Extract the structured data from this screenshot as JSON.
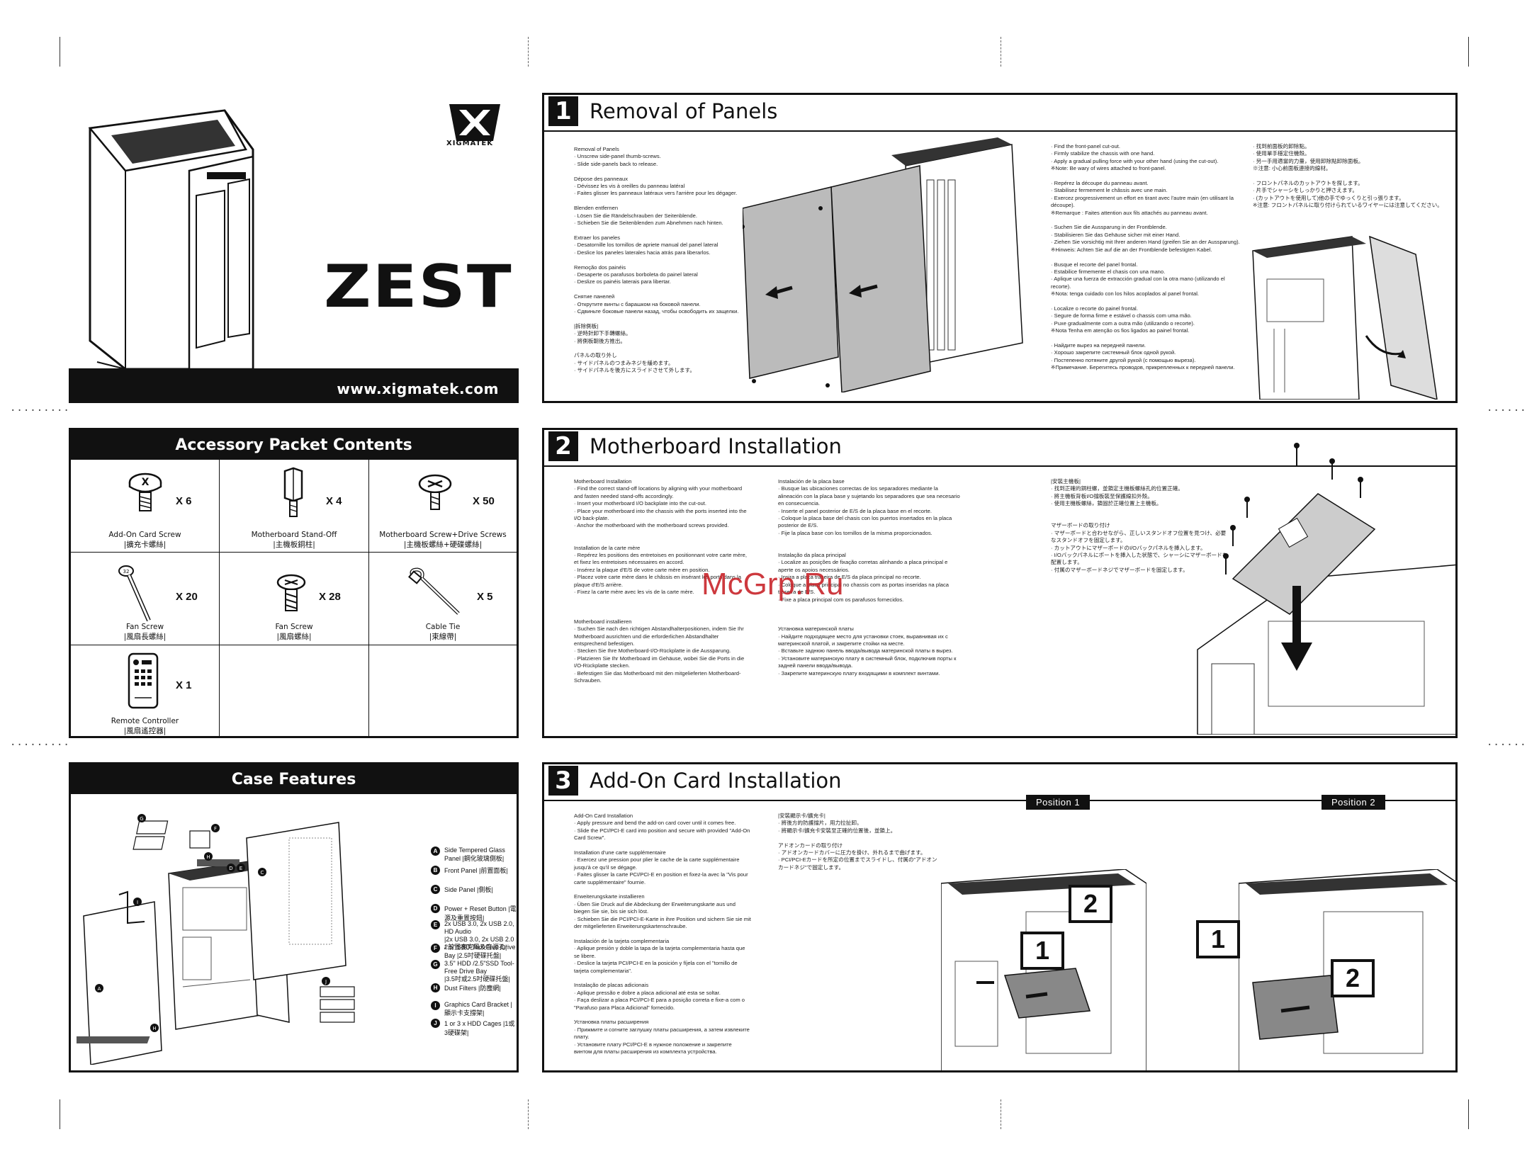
{
  "cover": {
    "brand": "XIGMATEK",
    "product": "ZEST",
    "website": "www.xigmatek.com"
  },
  "accessory": {
    "title": "Accessory Packet Contents",
    "items": [
      {
        "name": "Add-On Card Screw",
        "name_zh": "|擴充卡螺絲|",
        "qty": "X 6",
        "icon": "thumb-screw-icon"
      },
      {
        "name": "Motherboard Stand-Off",
        "name_zh": "|主機板銅柱|",
        "qty": "X 4",
        "icon": "standoff-icon"
      },
      {
        "name": "Motherboard Screw+Drive Screws",
        "name_zh": "|主機板螺絲+硬碟螺絲|",
        "qty": "X 50",
        "icon": "screw-icon"
      },
      {
        "name": "Fan Screw",
        "name_zh": "|風扇長螺絲|",
        "qty": "X 20",
        "icon": "long-screw-icon"
      },
      {
        "name": "Fan Screw",
        "name_zh": "|風扇螺絲|",
        "qty": "X 28",
        "icon": "fan-screw-icon"
      },
      {
        "name": "Cable Tie",
        "name_zh": "|束線帶|",
        "qty": "X 5",
        "icon": "cable-tie-icon"
      },
      {
        "name": "Remote Controller",
        "name_zh": "|風扇遙控器|",
        "qty": "X 1",
        "icon": "remote-icon"
      }
    ]
  },
  "features": {
    "title": "Case Features",
    "items": [
      {
        "badge": "A",
        "text": "Side Tempered Glass Panel |鋼化玻璃側板|"
      },
      {
        "badge": "B",
        "text": "Front Panel |前置面板|"
      },
      {
        "badge": "C",
        "text": "Side Panel |側板|"
      },
      {
        "badge": "D",
        "text": "Power + Reset Button |電源及重置按鈕|"
      },
      {
        "badge": "E",
        "text": "2x USB 3.0, 2x USB 2.0, HD Audio\n|2x USB 3.0, 2x USB 2.0 / 前置麥克風及音源孔|"
      },
      {
        "badge": "F",
        "text": "2.5\" SSD Tool-Free Drive Bay |2.5吋硬碟托盤|"
      },
      {
        "badge": "G",
        "text": "3.5\" HDD /2.5\"SSD Tool-Free Drive Bay\n|3.5吋或2.5吋硬碟托盤|"
      },
      {
        "badge": "H",
        "text": "Dust Filters |防塵網|"
      },
      {
        "badge": "I",
        "text": "Graphics Card Bracket |顯示卡支撐架|"
      },
      {
        "badge": "J",
        "text": "1 or 3 x HDD Cages |1或3硬碟架|"
      }
    ]
  },
  "step1": {
    "num": "1",
    "title": "Removal of Panels",
    "col1": "Removal of Panels\n· Unscrew side-panel thumb-screws.\n· Slide side-panels back to release.\n\nDépose des panneaux\n· Dévissez les vis à oreilles du panneau latéral\n· Faites glisser les panneaux latéraux vers l'arrière pour les dégager.\n\nBlenden entfernen\n· Lösen Sie die Rändelschrauben der Seitenblende.\n· Schieben Sie die Seitenblenden zum Abnehmen nach hinten.\n\nExtraer los paneles\n· Desatornille los tornillos de apriete manual del panel lateral\n· Deslice los paneles laterales hacia atrás para liberarlos.\n\nRemoção dos painéis\n· Desaperte os parafusos borboleta do painel lateral\n· Deslize os painéis laterais para libertar.\n\nСнятие панелей\n· Открутите винты с барашком на боковой панели.\n· Сдвиньте боковые панели назад, чтобы освободить их защелки.\n\n|拆除側板|\n· 逆時針卸下手轉螺絲。\n· 將側板朝後方推出。\n\nパネルの取り外し\n· サイドパネルのつまみネジを緩めます。\n· サイドパネルを後方にスライドさせて外します。",
    "col2": "· Find the front-panel cut-out.\n· Firmly stabilize the chassis with one hand.\n· Apply a gradual pulling force with your other hand (using the cut-out).\n※Note: Be wary of wires attached to front-panel.\n\n· Repérez la découpe du panneau avant.\n· Stabilisez fermement le châssis avec une main.\n· Exercez progressivement un effort en tirant avec l'autre main (en utilisant la découpe).\n※Remarque : Faites attention aux fils attachés au panneau avant.\n\n· Suchen Sie die Aussparung in der Frontblende.\n· Stabilisieren Sie das Gehäuse sicher mit einer Hand.\n· Ziehen Sie vorsichtig mit Ihrer anderen Hand (greifen Sie an der Aussparung).\n※Hinweis: Achten Sie auf die an der Frontblende befestigten Kabel.\n\n· Busque el recorte del panel frontal.\n· Estabilice firmemente el chasis con una mano.\n· Aplique una fuerza de extracción gradual con la otra mano (utilizando el recorte).\n※Nota: tenga cuidado con los hilos acoplados al panel frontal.\n\n· Localize o recorte do painel frontal.\n· Segure de forma firme e estável o chassis com uma mão.\n· Puxe gradualmente com a outra mão (utilizando o recorte).\n※Nota Tenha em atenção os fios ligados ao painel frontal.\n\n· Найдите вырез на передней панели.\n· Хорошо закрепите системный блок одной рукой.\n· Постепенно потяните другой рукой (с помощью выреза).\n※Примечание. Берегитесь проводов, прикрепленных к передней панели.",
    "col3": "· 找到前面板的卸除點。\n· 使用單手穩定住機殼。\n· 另一手用適當的力量，使用卸除點卸除面板。\n※注意: 小心前面板連接的線材。\n\n· フロントパネルのカットアウトを探します。\n· 片手でシャーシをしっかりと押さえます。\n· (カットアウトを使用して)他の手でゆっくりと引っ張ります。\n※注意: フロントパネルに取り付けられているワイヤーには注意してください。"
  },
  "step2": {
    "num": "2",
    "title": "Motherboard Installation",
    "col1": "Motherboard Installation\n· Find the correct stand-off locations by aligning with your motherboard and fasten needed stand-offs accordingly.\n· Insert your motherboard I/O backplate into the cut-out.\n· Place your motherboard into the chassis with the ports inserted into the I/O back-plate.\n· Anchor the motherboard with the motherboard screws provided.\n\n\nInstallation de la carte mère\n· Repérez les positions des entretoises en positionnant votre carte mère, et fixez les entretoises nécessaires en accord.\n· Insérez la plaque d'E/S de votre carte mère en position.\n· Placez votre carte mère dans le châssis en insérant les ports dans la plaque d'E/S arrière.\n· Fixez la carte mère avec les vis de la carte mère.\n\n\n\nMotherboard installieren\n· Suchen Sie nach den richtigen Abstandhalterpositionen, indem Sie Ihr Motherboard ausrichten und die erforderlichen Abstandhalter entsprechend befestigen.\n· Stecken Sie Ihre Motherboard-I/O-Rückplatte in die Aussparung.\n· Platzieren Sie Ihr Motherboard im Gehäuse, wobei Sie die Ports in die I/O-Rückplatte stecken.\n· Befestigen Sie das Motherboard mit den mitgelieferten Motherboard-Schrauben.",
    "col2": "Instalación de la placa base\n· Busque las ubicaciones correctas de los separadores mediante la alineación con la placa base y sujetando los separadores que sea necesario en consecuencia.\n· Inserte el panel posterior de E/S de la placa base en el recorte.\n· Coloque la placa base del chasis con los puertos insertados en la placa posterior de E/S.\n· Fije la placa base con los tornillos de la misma proporcionados.\n\n\nInstalação da placa principal\n· Localize as posições de fixação corretas alinhando a placa principal e aperte os apoios necessários.\n· Insira a placa traseira de E/S da placa principal no recorte.\n· Coloque a placa principal no chassis com as portas inseridas na placa traseira de E/S.\n· Fixe a placa principal com os parafusos fornecidos.\n\n\n\nУстановка материнской платы\n· Найдите подходящее место для установки стоек, выравнивая их с материнской платой, и закрепите стойки на месте.\n· Вставьте заднюю панель ввода/вывода материнской платы в вырез.\n· Установите материнскую плату в системный блок, подключив порты к задней панели ввода/вывода.\n· Закрепите материнскую плату входящими в комплект винтами.",
    "col3": "|安裝主機板|\n· 找到正確的銅柱螺，並鎖定主機板螺絲孔的位置正確。\n· 將主機板背板I/O擋板裝至保護線扣外殼。\n· 使用主機板螺絲，鎖固於正確位置上主機板。\n\n\nマザーボードの取り付け\n· マザーボードと合わせながら、正しいスタンドオフ位置を見つけ、必要なスタンドオフを固定します。\n· カットアウトにマザーボードのI/Oバックパネルを挿入します。\n· I/Oバックパネルにポートを挿入した状態で、シャーシにマザーボードを配置します。\n· 付属のマザーボードネジでマザーボードを固定します。"
  },
  "step3": {
    "num": "3",
    "title": "Add-On Card Installation",
    "col1": "Add-On Card Installation\n· Apply pressure and bend the add-on card cover until it comes free.\n· Slide the PCI/PCI-E card into position and secure with provided \"Add-On Card Screw\".\n\nInstallation d'une carte supplémentaire\n· Exercez une pression pour plier le cache de la carte supplémentaire jusqu'à ce qu'il se dégage.\n· Faites glisser la carte PCI/PCI-E en position et fixez-la avec la \"Vis pour carte supplémentaire\" fournie.\n\nErweiterungskarte installieren\n· Üben Sie Druck auf die Abdeckung der Erweiterungskarte aus und biegen Sie sie, bis sie sich löst.\n· Schieben Sie die PCI/PCI-E-Karte in ihre Position und sichern Sie sie mit der mitgelieferten Erweiterungskartenschraube.\n\nInstalación de la tarjeta complementaria\n· Aplique presión y doble la tapa de la tarjeta complementaria hasta que se libere.\n· Deslice la tarjeta PCI/PCI-E en la posición y fíjela con el \"tornillo de tarjeta complementaria\".\n\nInstalação de placas adicionais\n· Aplique pressão e dobre a placa adicional até esta se soltar.\n· Faça deslizar a placa PCI/PCI-E para a posição correta e fixe-a com o \"Parafuso para Placa Adicional\" fornecido.\n\nУстановка платы расширения\n· Прижмите и согните заглушку платы расширения, а затем извлеките плату.\n· Установите плату PCI/PCI-E в нужное положение и закрепите винтом для платы расширения из комплекта устройства.",
    "col2": "|安裝顯示卡/擴充卡|\n· 將後方的防護擋片，用力拉扯卸。\n· 將顯示卡/擴充卡安裝至正確的位置後，並鎖上。\n\nアドオンカードの取り付け\n· アドオンカードカバーに圧力を掛け、外れるまで曲げます。\n· PCI/PCI-Eカードを所定の位置までスライドし、付属の\"アドオンカードネジ\"で固定します。",
    "pos1": "Position 1",
    "pos2": "Position 2",
    "n1": "1",
    "n2": "2"
  },
  "watermark": "McGrp.Ru"
}
